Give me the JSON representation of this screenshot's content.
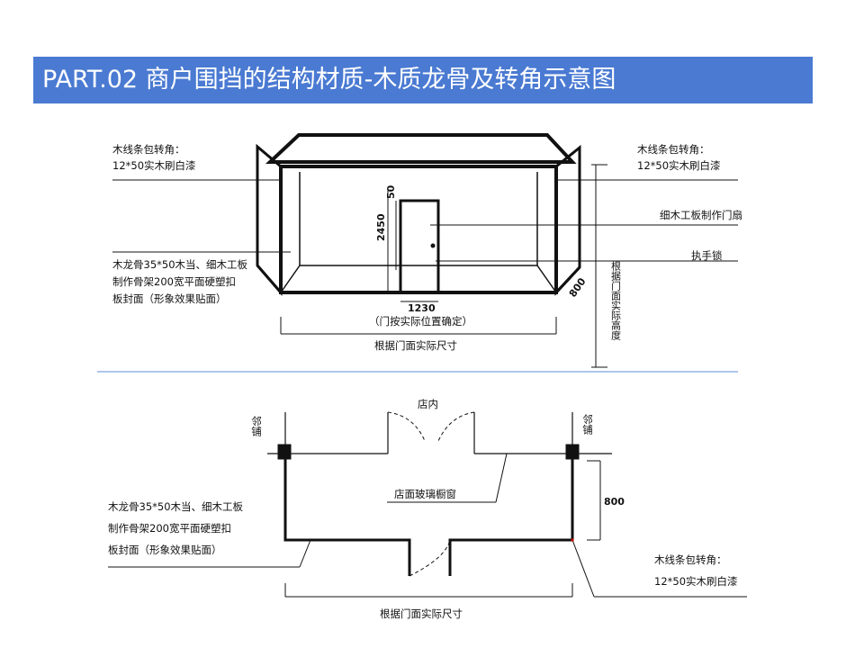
{
  "title": "PART.02 商户围挡的结构材质-木质龙骨及转角示意图",
  "colors": {
    "title_bar": "#4a7ad2",
    "separator": "#7fa3dc",
    "ink": "#111111"
  },
  "top_diagram": {
    "left_labels": {
      "corner": [
        "木线条包转角：",
        "12*50实木刷白漆"
      ],
      "frame": [
        "木龙骨35*50木当、细木工板",
        "制作骨架200宽平面硬塑扣",
        "板封面（形象效果贴面）"
      ]
    },
    "right_labels": {
      "corner": [
        "木线条包转角：",
        "12*50实木刷白漆"
      ],
      "door": "细木工板制作门扇",
      "lock": "执手锁",
      "height_note": "根据门面实际高度"
    },
    "dimensions": {
      "door_top": "50",
      "door_height": "2450",
      "door_width": "1230",
      "side_depth": "800"
    },
    "bottom_notes": {
      "door_position": "（门按实际位置确定）",
      "width": "根据门面实际尺寸"
    }
  },
  "bottom_diagram": {
    "neighbor_left": "邻铺",
    "neighbor_right": "邻铺",
    "inside": "店内",
    "glass": "店面玻璃橱窗",
    "depth": "800",
    "frame_label": [
      "木龙骨35*50木当、细木工板",
      "制作骨架200宽平面硬塑扣",
      "板封面（形象效果贴面）"
    ],
    "corner_label": [
      "木线条包转角：",
      "12*50实木刷白漆"
    ],
    "width": "根据门面实际尺寸"
  }
}
